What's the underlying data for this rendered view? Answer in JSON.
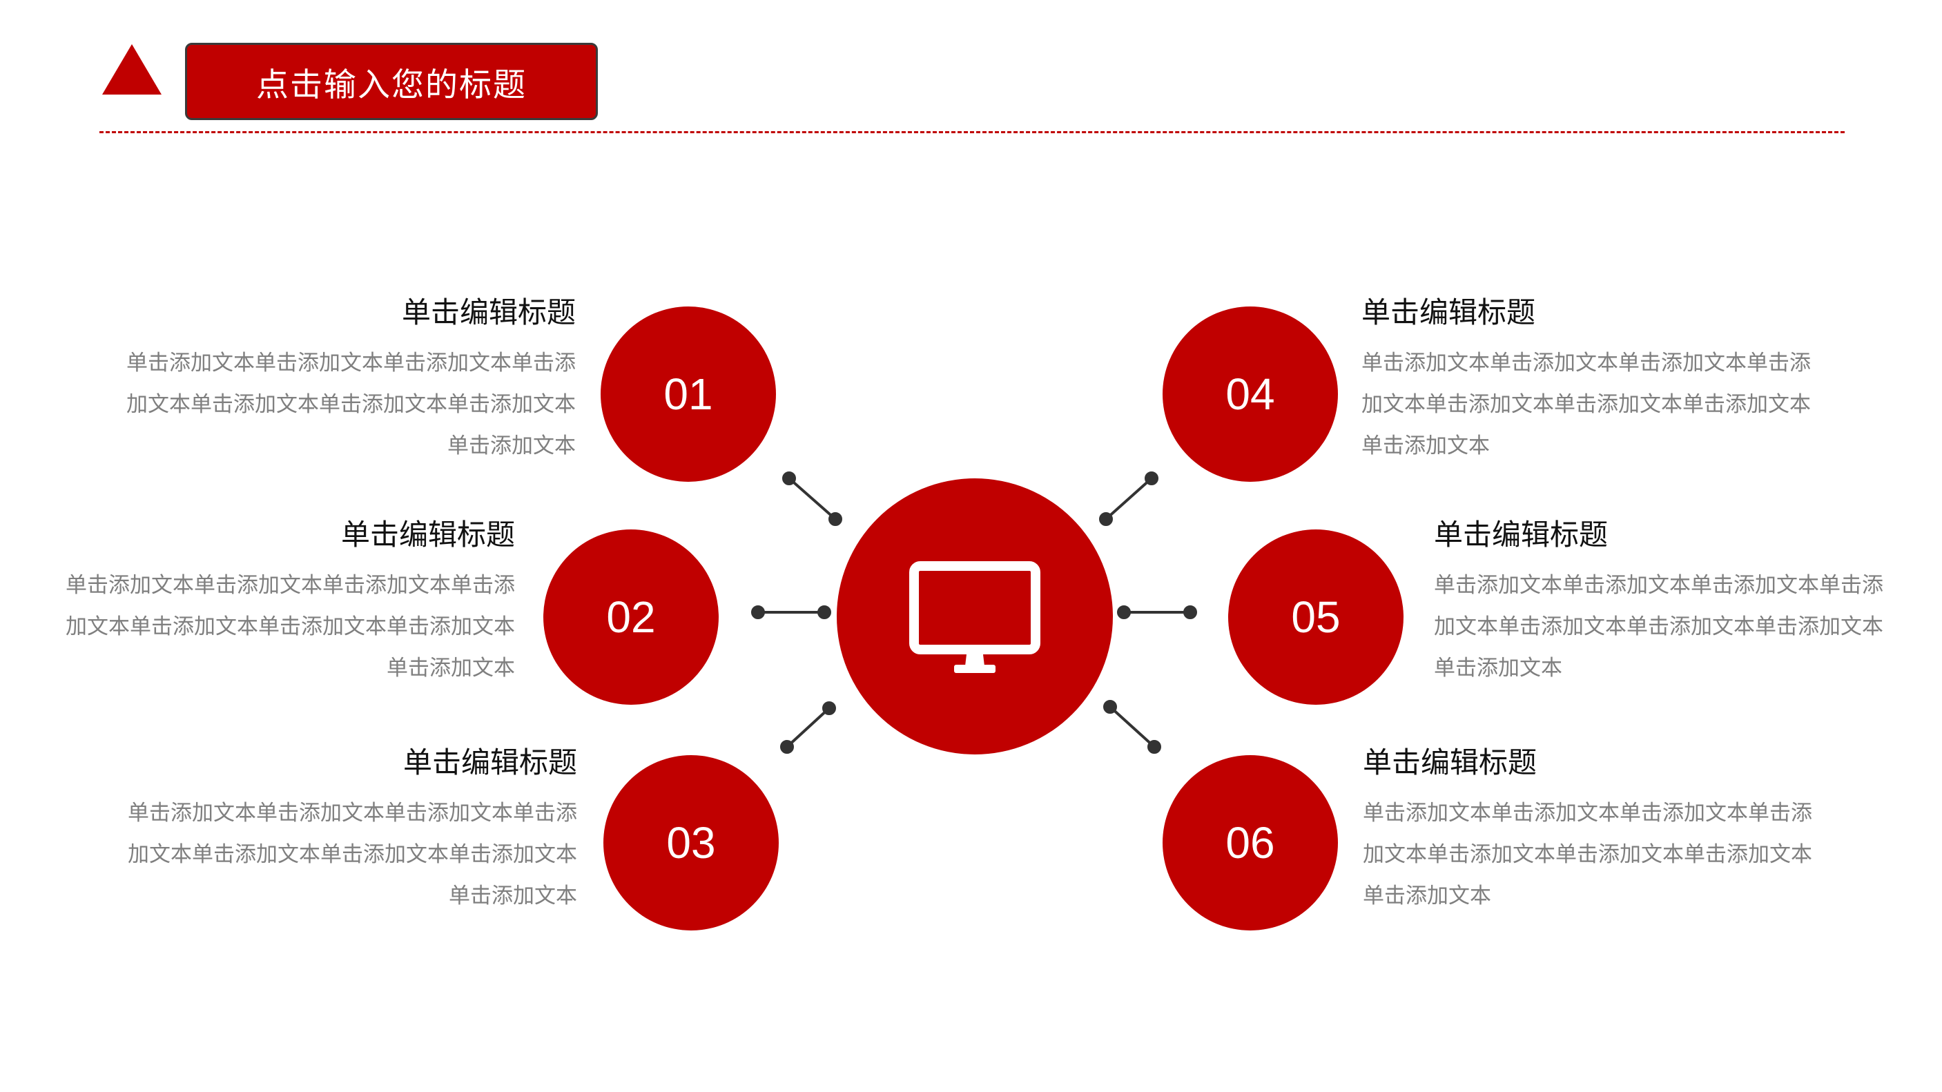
{
  "header": {
    "title": "点击输入您的标题"
  },
  "colors": {
    "accent": "#C00000",
    "heading_text": "#111111",
    "body_text": "#7F7F7F",
    "connector": "#333333"
  },
  "center": {
    "icon": "monitor-icon"
  },
  "items": [
    {
      "number": "01",
      "title": "单击编辑标题",
      "body": "单击添加文本单击添加文本单击添加文本单击添加文本单击添加文本单击添加文本单击添加文本单击添加文本"
    },
    {
      "number": "02",
      "title": "单击编辑标题",
      "body": "单击添加文本单击添加文本单击添加文本单击添加文本单击添加文本单击添加文本单击添加文本单击添加文本"
    },
    {
      "number": "03",
      "title": "单击编辑标题",
      "body": "单击添加文本单击添加文本单击添加文本单击添加文本单击添加文本单击添加文本单击添加文本单击添加文本"
    },
    {
      "number": "04",
      "title": "单击编辑标题",
      "body": "单击添加文本单击添加文本单击添加文本单击添加文本单击添加文本单击添加文本单击添加文本单击添加文本"
    },
    {
      "number": "05",
      "title": "单击编辑标题",
      "body": "单击添加文本单击添加文本单击添加文本单击添加文本单击添加文本单击添加文本单击添加文本单击添加文本"
    },
    {
      "number": "06",
      "title": "单击编辑标题",
      "body": "单击添加文本单击添加文本单击添加文本单击添加文本单击添加文本单击添加文本单击添加文本单击添加文本"
    }
  ]
}
